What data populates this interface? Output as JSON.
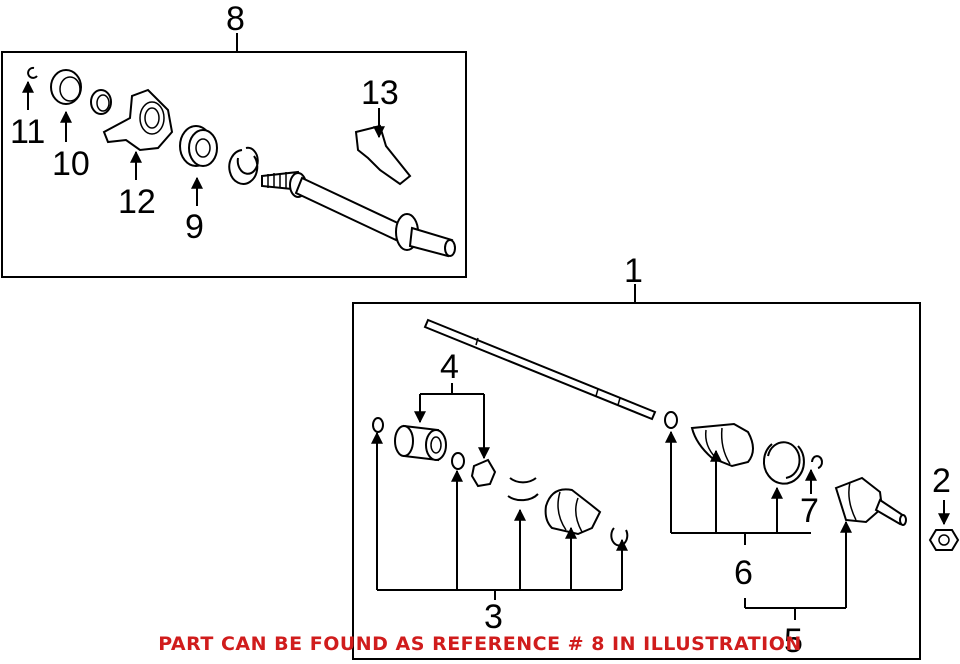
{
  "callouts": {
    "c1": "1",
    "c2": "2",
    "c3": "3",
    "c4": "4",
    "c5": "5",
    "c6": "6",
    "c7": "7",
    "c8": "8",
    "c9": "9",
    "c10": "10",
    "c11": "11",
    "c12": "12",
    "c13": "13"
  },
  "note": "PART CAN BE FOUND AS REFERENCE # 8 IN ILLUSTRATION",
  "colors": {
    "note": "#d01c1c",
    "line": "#000000",
    "background": "#ffffff"
  }
}
